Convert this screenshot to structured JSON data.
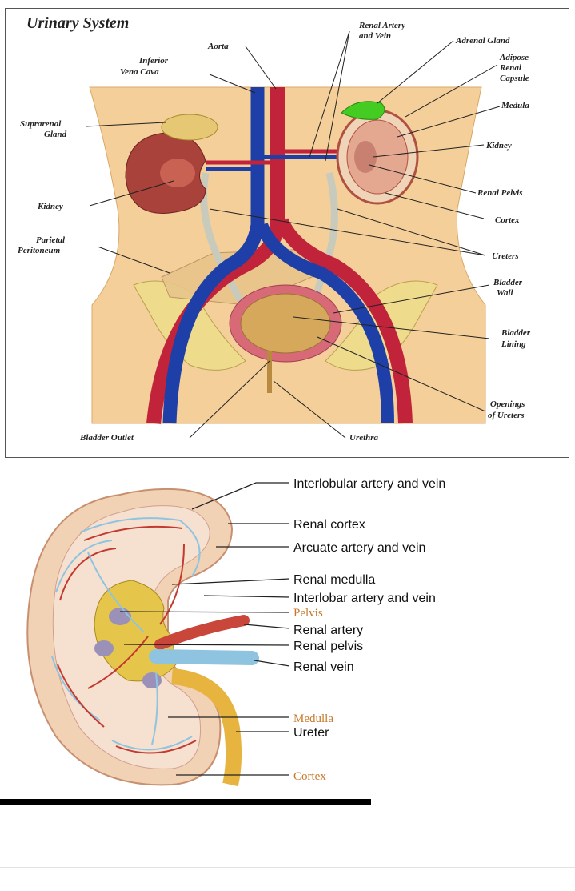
{
  "top_diagram": {
    "title": "Urinary System",
    "labels": {
      "aorta": "Aorta",
      "inferior_vena_cava_1": "Inferior",
      "inferior_vena_cava_2": "Vena Cava",
      "renal_artery_vein_1": "Renal Artery",
      "renal_artery_vein_2": "and Vein",
      "adrenal_gland": "Adrenal Gland",
      "adipose_1": "Adipose",
      "adipose_2": "Renal",
      "adipose_3": "Capsule",
      "suprarenal_1": "Suprarenal",
      "suprarenal_2": "Gland",
      "medula": "Medula",
      "kidney_right": "Kidney",
      "kidney_left": "Kidney",
      "renal_pelvis": "Renal Pelvis",
      "cortex": "Cortex",
      "parietal_1": "Parietal",
      "parietal_2": "Peritoneum",
      "ureters": "Ureters",
      "bladder_wall_1": "Bladder",
      "bladder_wall_2": "Wall",
      "bladder_lining_1": "Bladder",
      "bladder_lining_2": "Lining",
      "openings_1": "Openings",
      "openings_2": "of Ureters",
      "bladder_outlet": "Bladder Outlet",
      "urethra": "Urethra"
    }
  },
  "bottom_diagram": {
    "labels": {
      "interlobular": "Interlobular artery and vein",
      "renal_cortex": "Renal cortex",
      "arcuate": "Arcuate artery and vein",
      "renal_medulla": "Renal medulla",
      "interlobar": "Interlobar artery and vein",
      "pelvis": "Pelvis",
      "renal_artery": "Renal artery",
      "renal_pelvis": "Renal pelvis",
      "renal_vein": "Renal vein",
      "medulla": "Medulla",
      "ureter": "Ureter",
      "cortex": "Cortex"
    }
  },
  "colors": {
    "skin": "#f4cf9a",
    "artery": "#c0233a",
    "vein": "#1f3fa8",
    "kidney": "#a8423a",
    "adrenal": "#44cc22",
    "bladder": "#d6a85c",
    "label_orange": "#c8782a"
  }
}
